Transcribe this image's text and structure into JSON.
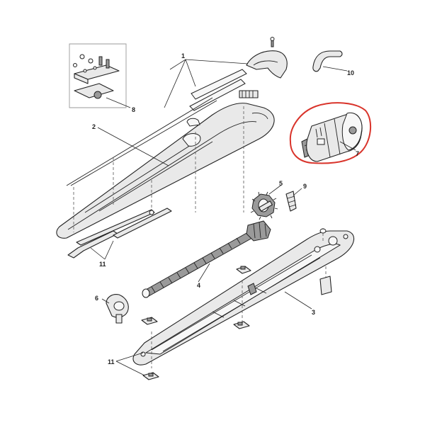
{
  "callouts": {
    "n1": "1",
    "n2": "2",
    "n3": "3",
    "n4": "4",
    "n5": "5",
    "n6": "6",
    "n7": "7",
    "n8": "8",
    "n9": "9",
    "n10": "10",
    "n11a": "11",
    "n11b": "11"
  },
  "highlight_color": "#d9342b"
}
